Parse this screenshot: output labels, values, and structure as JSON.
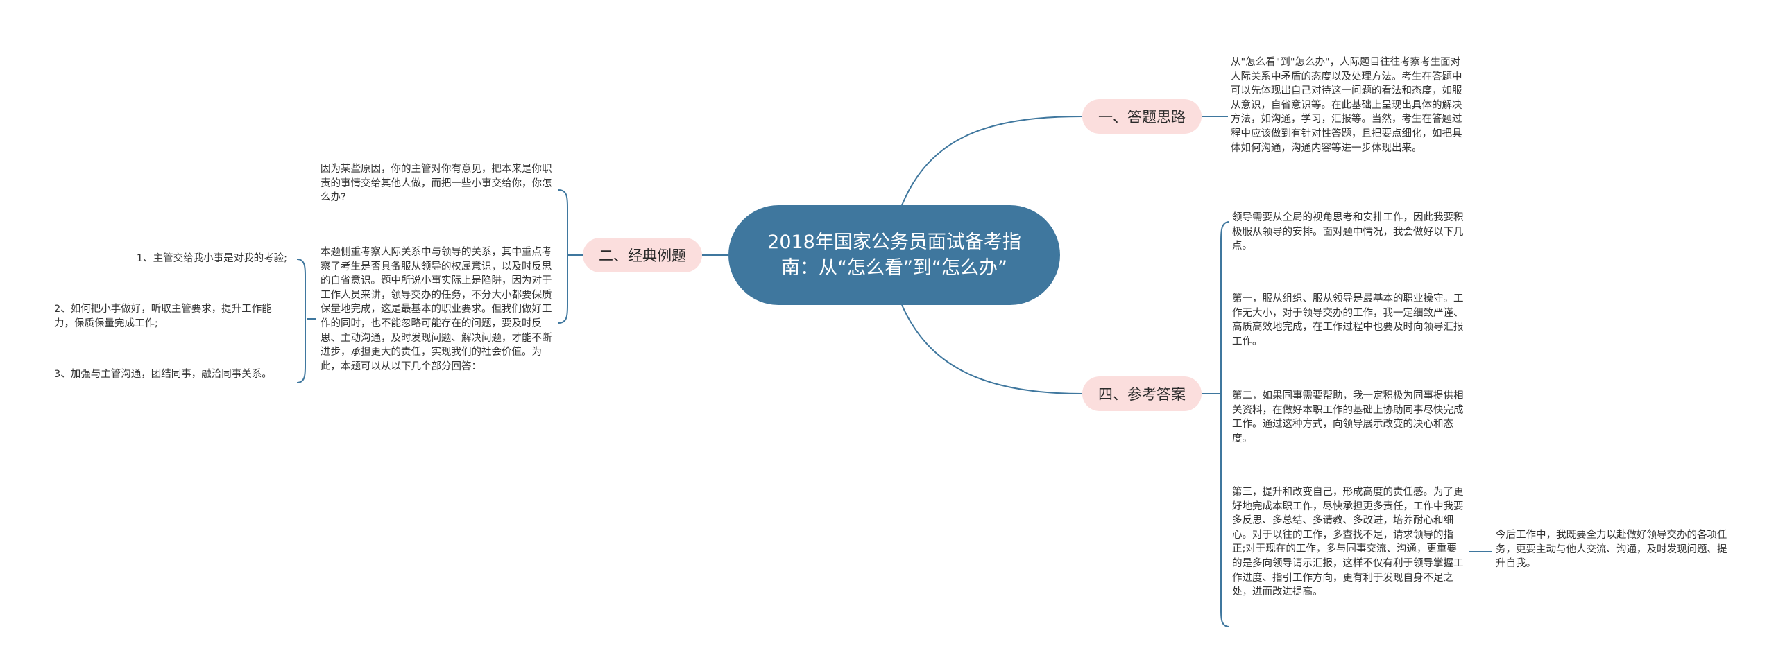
{
  "root": {
    "title": "2018年国家公务员面试备考指南：从“怎么看”到“怎么办”"
  },
  "branches": {
    "thinking": {
      "label": "一、答题思路",
      "text": "从\"怎么看\"到\"怎么办\"，人际题目往往考察考生面对人际关系中矛盾的态度以及处理方法。考生在答题中可以先体现出自己对待这一问题的看法和态度，如服从意识，自省意识等。在此基础上呈现出具体的解决方法，如沟通，学习，汇报等。当然，考生在答题过程中应该做到有针对性答题，且把要点细化，如把具体如何沟通，沟通内容等进一步体现出来。"
    },
    "example": {
      "label": "二、经典例题",
      "question": "因为某些原因，你的主管对你有意见，把本来是你职责的事情交给其他人做，而把一些小事交给你，你怎么办?",
      "analysis": "本题侧重考察人际关系中与领导的关系，其中重点考察了考生是否具备服从领导的权属意识，以及时反思的自省意识。题中所说小事实际上是陷阱，因为对于工作人员来讲，领导交办的任务，不分大小都要保质保量地完成，这是最基本的职业要求。但我们做好工作的同时，也不能忽略可能存在的问题，要及时反思、主动沟通，及时发现问题、解决问题，才能不断进步，承担更大的责任，实现我们的社会价值。为此，本题可以从以下几个部分回答：",
      "points": [
        "1、主管交给我小事是对我的考验;",
        "2、如何把小事做好，听取主管要求，提升工作能力，保质保量完成工作;",
        "3、加强与主管沟通，团结同事，融洽同事关系。"
      ]
    },
    "answer": {
      "label": "四、参考答案",
      "paragraphs": [
        "领导需要从全局的视角思考和安排工作，因此我要积极服从领导的安排。面对题中情况，我会做好以下几点。",
        "第一，服从组织、服从领导是最基本的职业操守。工作无大小，对于领导交办的工作，我一定细致严谨、高质高效地完成，在工作过程中也要及时向领导汇报工作。",
        "第二，如果同事需要帮助，我一定积极为同事提供相关资料，在做好本职工作的基础上协助同事尽快完成工作。通过这种方式，向领导展示改变的决心和态度。",
        "第三，提升和改变自己，形成高度的责任感。为了更好地完成本职工作，尽快承担更多责任，工作中我要多反思、多总结、多请教、多改进，培养耐心和细心。对于以往的工作，多查找不足，请求领导的指正;对于现在的工作，多与同事交流、沟通，更重要的是多向领导请示汇报，这样不仅有利于领导掌握工作进度、指引工作方向，更有利于发现自身不足之处，进而改进提高。"
      ],
      "conclusion": "今后工作中，我既要全力以赴做好领导交办的各项任务，更要主动与他人交流、沟通，及时发现问题、提升自我。"
    }
  },
  "colors": {
    "root_fill": "#3f779e",
    "branch_fill": "#fbdedd",
    "link_stroke": "#3f779e"
  }
}
